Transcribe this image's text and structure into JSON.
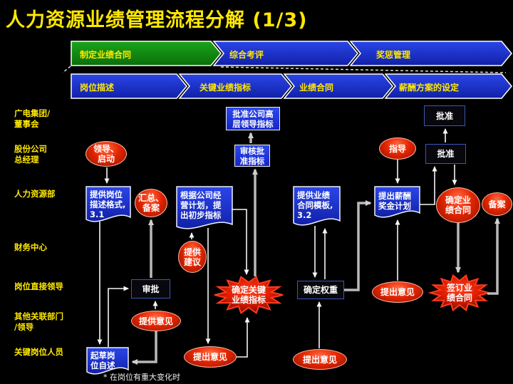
{
  "title": "人力资源业绩管理流程分解 (1/3)",
  "footnote": "* 在岗位有重大变化时",
  "colors": {
    "background": "#000000",
    "title_text": "#ffe800",
    "bar_green": "#129212",
    "bar_blue": "#1b2fd0",
    "node_blue": "#2135d8",
    "node_dark_border": "#3c57b5",
    "node_red": "#e62600",
    "connector_white": "#f5f5f5",
    "connector_gray": "#b9b9b9"
  },
  "bar1": {
    "segments": [
      {
        "label": "制定业绩合同",
        "color": "green"
      },
      {
        "label": "综合考评",
        "color": "blue"
      },
      {
        "label": "奖惩管理",
        "color": "blue"
      }
    ]
  },
  "bar2": {
    "segments": [
      {
        "label": "岗位描述"
      },
      {
        "label": "关键业绩指标"
      },
      {
        "label": "业绩合同"
      },
      {
        "label": "薪酬方案的设定"
      }
    ]
  },
  "rows": [
    {
      "label": "广电集团/\n董事会"
    },
    {
      "label": "股份公司\n总经理"
    },
    {
      "label": "人力资源部"
    },
    {
      "label": "财务中心"
    },
    {
      "label": "岗位直接领导"
    },
    {
      "label": "其他关联部门\n/领导"
    },
    {
      "label": "关键岗位人员"
    }
  ],
  "nodes": {
    "approve_senior": {
      "label": "批准公司高\n层领导指标"
    },
    "review_approve": {
      "label": "审核批\n准指标"
    },
    "approve_top": {
      "label": "批准"
    },
    "approve_mid": {
      "label": "批准"
    },
    "start": {
      "label": "领导、\n启动"
    },
    "doc_desc_format": {
      "label": "提供岗位\n描述格式,\n3.1"
    },
    "collect_file": {
      "label": "汇总、\n备案"
    },
    "doc_plan": {
      "label": "根据公司经\n营计划，提\n出初步指标"
    },
    "doc_contract_template": {
      "label": "提供业绩\n合同模板,\n3.2"
    },
    "doc_salary_plan": {
      "label": "提出薪酬\n奖金计划"
    },
    "guide": {
      "label": "指导"
    },
    "confirm_contract": {
      "label": "确定业\n绩合同"
    },
    "file_record": {
      "label": "备案"
    },
    "give_advice": {
      "label": "提供\n建议"
    },
    "approve_box": {
      "label": "审批"
    },
    "give_opinion": {
      "label": "提供意见"
    },
    "kpi_star": {
      "label": "确定关键\n业绩指标"
    },
    "confirm_weights": {
      "label": "确定权重"
    },
    "opinion_mid": {
      "label": "提出意见"
    },
    "sign_star": {
      "label": "签订业\n绩合同"
    },
    "draft_desc": {
      "label": "起草岗\n位自述"
    },
    "opinion_left": {
      "label": "提出意见"
    },
    "opinion_right": {
      "label": "提出意见"
    }
  }
}
